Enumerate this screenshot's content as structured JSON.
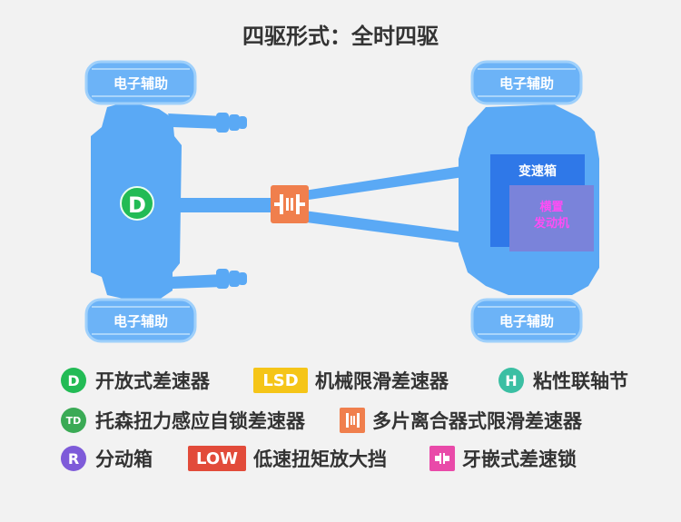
{
  "title": "四驱形式：全时四驱",
  "tires": {
    "front_left_label": "电子辅助",
    "front_right_label": "电子辅助",
    "rear_left_label": "电子辅助",
    "rear_right_label": "电子辅助"
  },
  "center_diff_mark": "D",
  "gearbox_label": "变速箱",
  "engine_label": "横置\n发动机",
  "colors": {
    "chassis": "#5aa9f5",
    "gearbox": "#2f78e8",
    "engine": "#7a83da",
    "engine_text": "#ff4df5",
    "open_diff": "#22bb55",
    "lsd": "#f5c518",
    "viscous": "#3bbfa3",
    "torsen": "#3aaa55",
    "multi_plate": "#f07f4d",
    "transfer_case": "#7e5bd9",
    "low": "#e24b3a",
    "dog_clutch": "#e94aa9"
  },
  "legend": [
    {
      "icon": "D",
      "label": "开放式差速器"
    },
    {
      "icon": "LSD",
      "label": "机械限滑差速器"
    },
    {
      "icon": "H",
      "label": "粘性联轴节"
    },
    {
      "icon": "TD",
      "label": "托森扭力感应自锁差速器"
    },
    {
      "icon": "multi-plate-clutch-icon",
      "label": "多片离合器式限滑差速器"
    },
    {
      "icon": "R",
      "label": "分动箱"
    },
    {
      "icon": "LOW",
      "label": "低速扭矩放大挡"
    },
    {
      "icon": "dog-clutch-icon",
      "label": "牙嵌式差速锁"
    }
  ]
}
